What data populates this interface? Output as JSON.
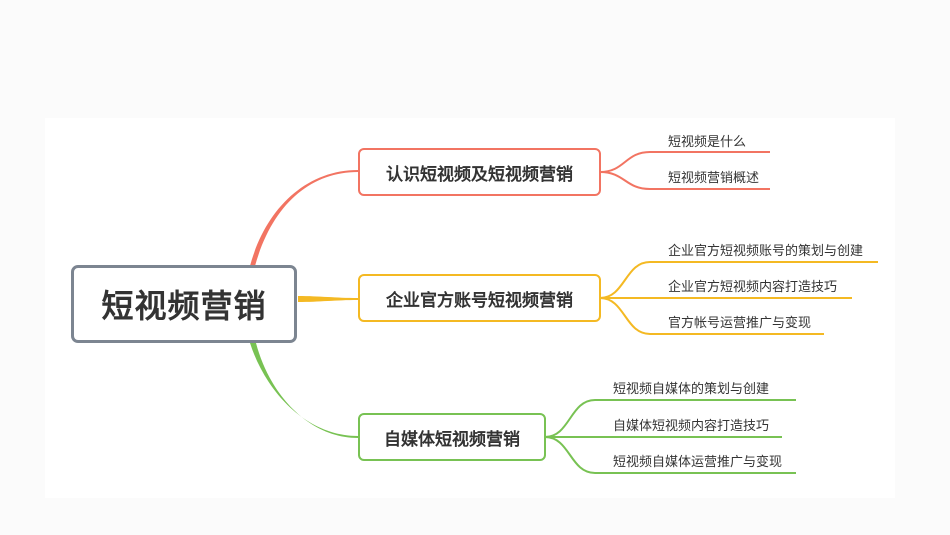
{
  "root": {
    "label": "短视频营销",
    "color": "#7c8591"
  },
  "branches": [
    {
      "label": "认识短视频及短视频营销",
      "color": "#f27462",
      "children": [
        "短视频是什么",
        "短视频营销概述"
      ]
    },
    {
      "label": "企业官方账号短视频营销",
      "color": "#f4b923",
      "children": [
        "企业官方短视频账号的策划与创建",
        "企业官方短视频内容打造技巧",
        "官方帐号运营推广与变现"
      ]
    },
    {
      "label": "自媒体短视频营销",
      "color": "#78c253",
      "children": [
        "短视频自媒体的策划与创建",
        "自媒体短视频内容打造技巧",
        "短视频自媒体运营推广与变现"
      ]
    }
  ]
}
